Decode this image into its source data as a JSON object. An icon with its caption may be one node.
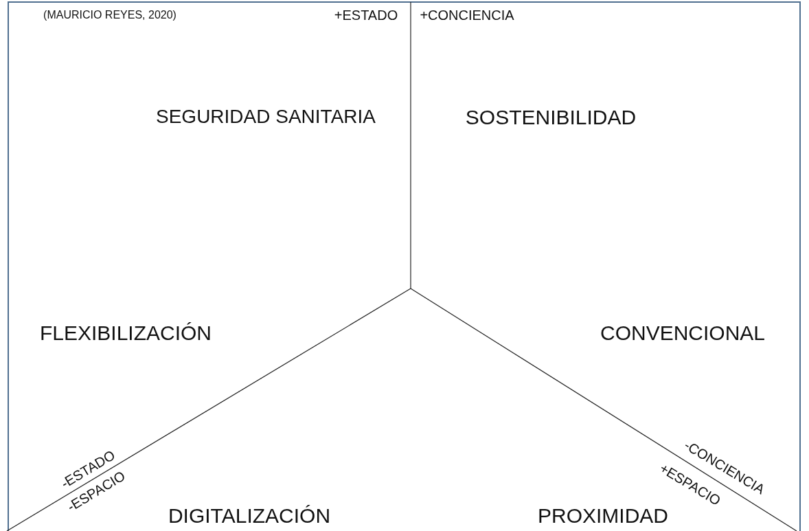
{
  "diagram": {
    "labels": [
      "(MAURICIO REYES, 2020)",
      "+ESTADO",
      "+CONCIENCIA",
      "SEGURIDAD SANITARIA",
      "SOSTENIBILIDAD",
      "FLEXIBILIZACIÓN",
      "CONVENCIONAL",
      "-ESTADO",
      "-ESPACIO",
      "DIGITALIZACIÓN",
      "PROXIMIDAD",
      "-CONCIENCIA",
      "+ESPACIO"
    ]
  }
}
